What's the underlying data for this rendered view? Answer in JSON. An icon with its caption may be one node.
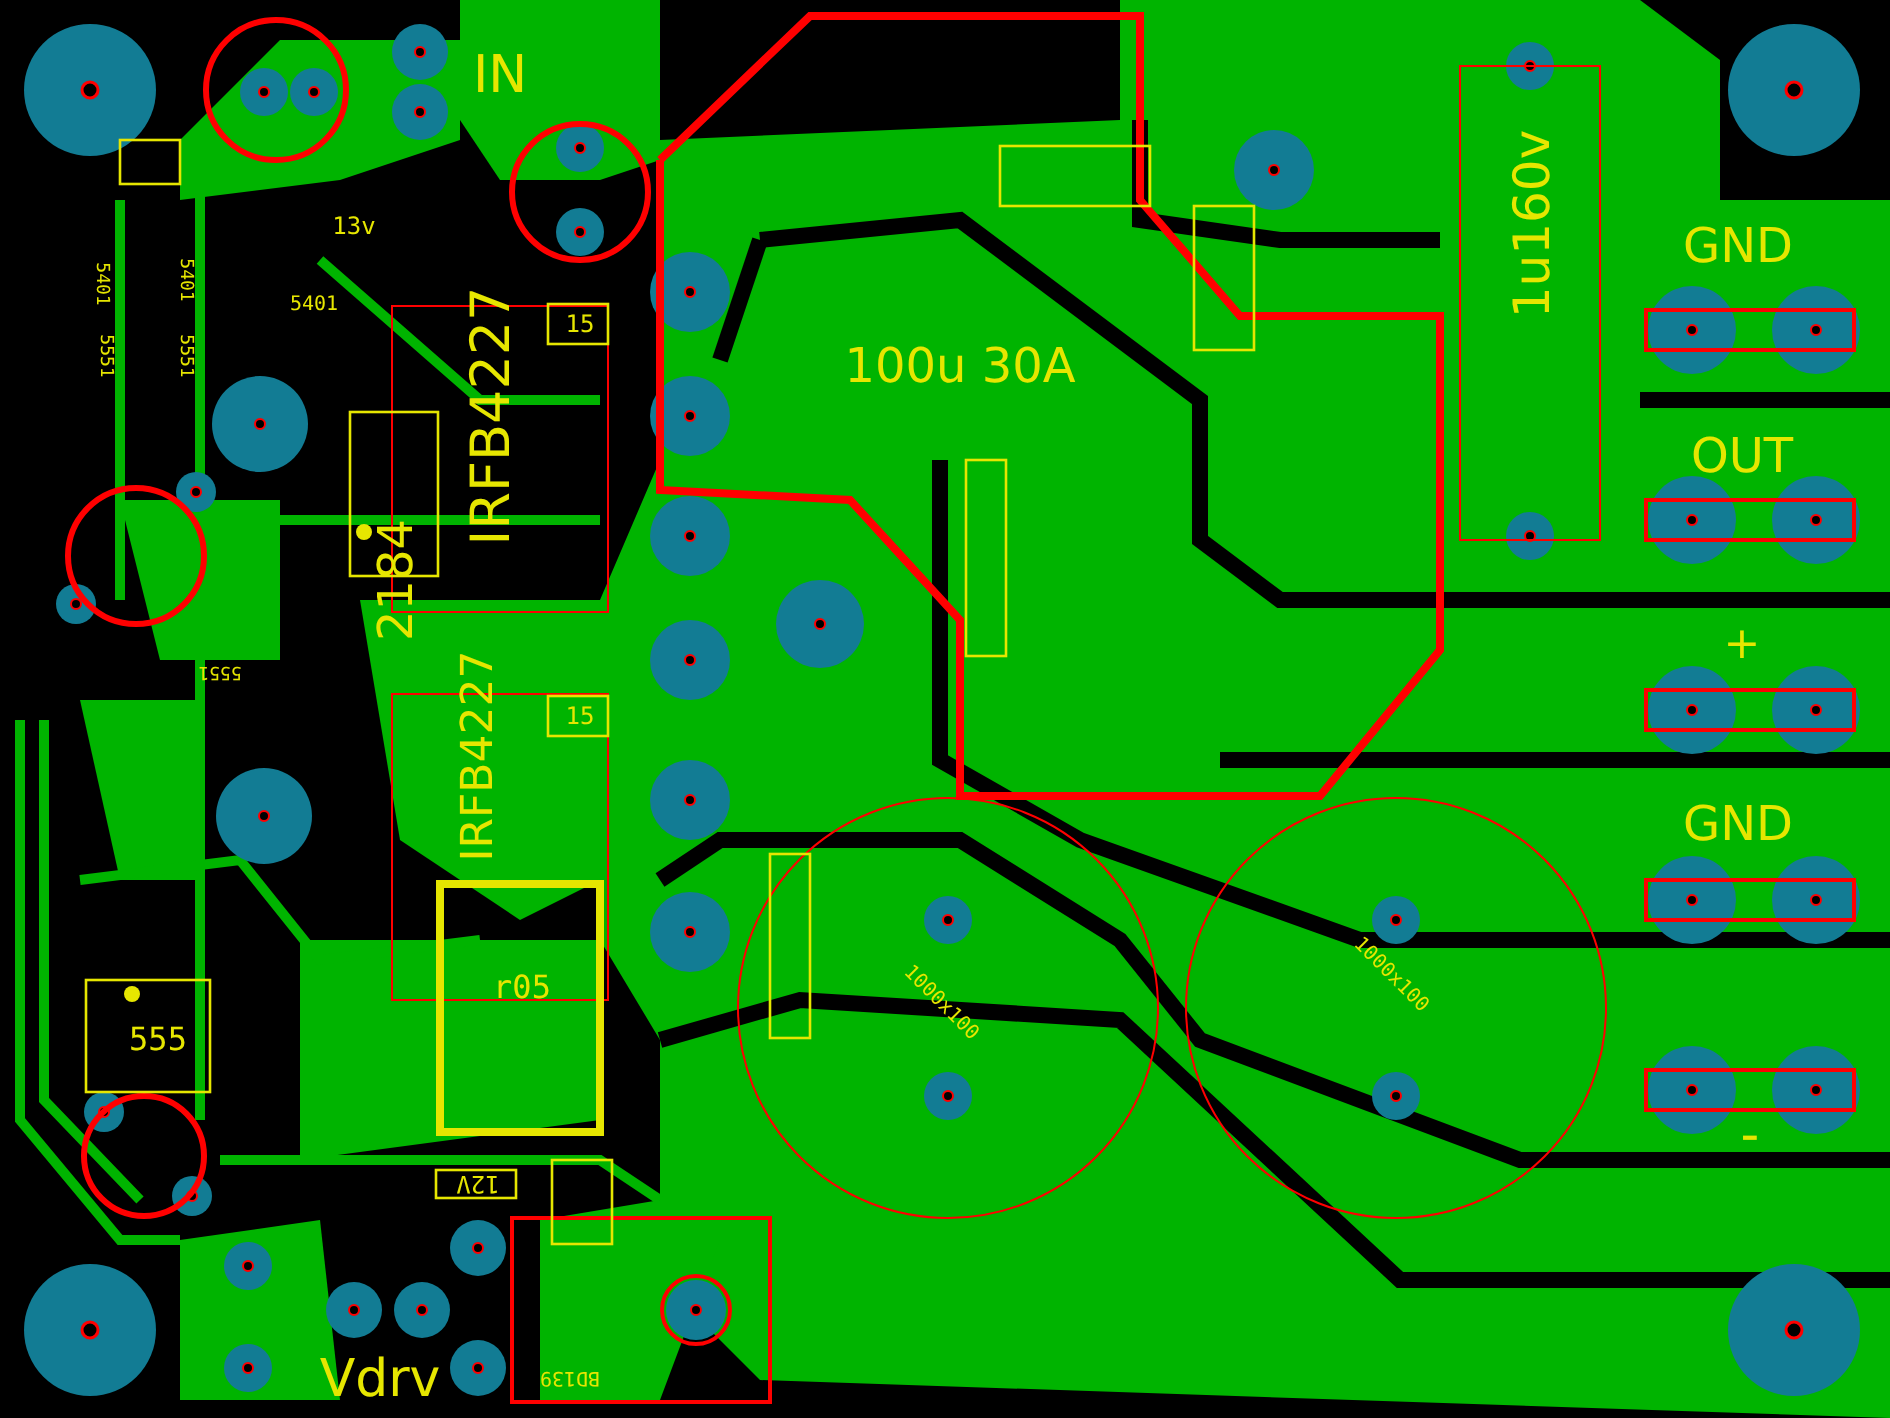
{
  "diagram": {
    "labels": [
      "IN",
      "13v",
      "5401",
      "5401",
      "5401",
      "5551",
      "5551",
      "IRFB4227",
      "100u 30A",
      "1u160v",
      "GND",
      "OUT",
      "15",
      "2184",
      "5551",
      "+",
      "15",
      "IRFB4227",
      "GND",
      "r05",
      "555",
      "1000x100",
      "1000x100",
      "12V",
      "-",
      "Vdrv",
      "BD139"
    ]
  }
}
